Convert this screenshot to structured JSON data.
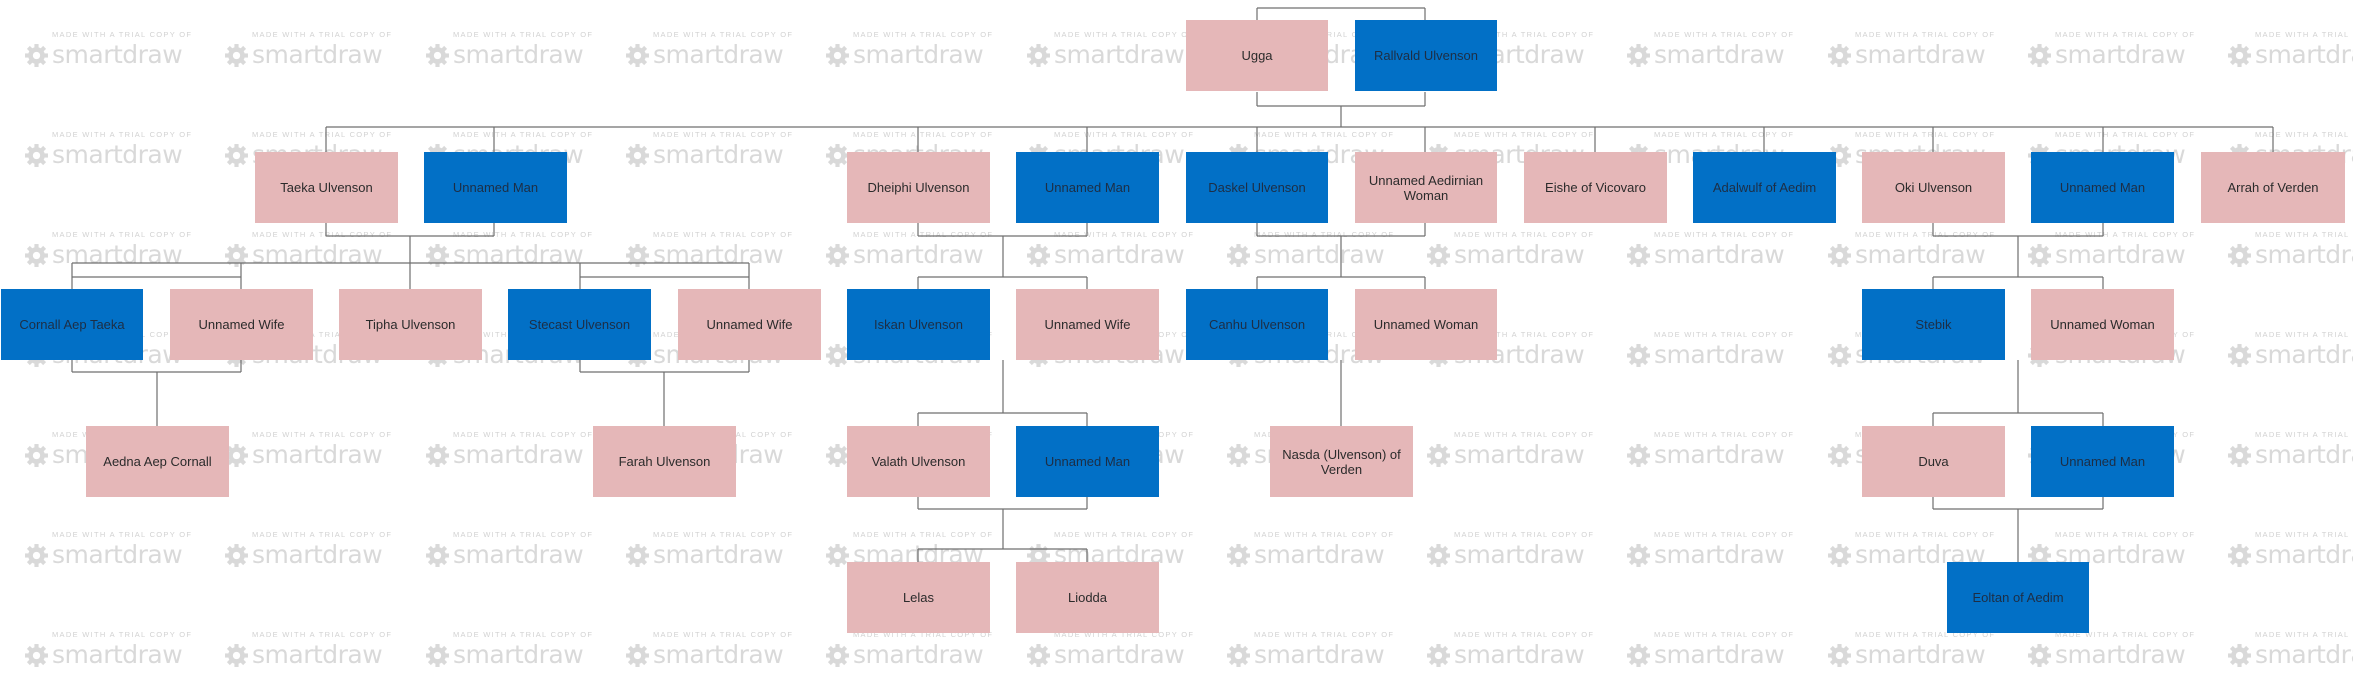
{
  "watermark": {
    "small_text": "MADE WITH A TRIAL COPY OF",
    "logo_text": "smartdraw",
    "icon": "smartdraw-gear-icon"
  },
  "colors": {
    "female": "#e5b7b8",
    "male": "#0270c6",
    "connector": "#6f6f6f",
    "watermark": "#d9d9d9"
  },
  "people": {
    "ugga": "Ugga",
    "rallvald": "Rallvald Ulvenson",
    "taeka": "Taeka Ulvenson",
    "unnamed_man_1": "Unnamed Man",
    "dheiphi": "Dheiphi Ulvenson",
    "unnamed_man_2": "Unnamed Man",
    "daskel": "Daskel Ulvenson",
    "unnamed_aedirnian_woman": "Unnamed Aedirnian Woman",
    "eishe": "Eishe of Vicovaro",
    "adalwulf": "Adalwulf of Aedim",
    "oki": "Oki Ulvenson",
    "unnamed_man_3": "Unnamed Man",
    "arrah": "Arrah of Verden",
    "cornall": "Cornall Aep Taeka",
    "unnamed_wife_1": "Unnamed Wife",
    "tipha": "Tipha Ulvenson",
    "stecast": "Stecast Ulvenson",
    "unnamed_wife_2": "Unnamed Wife",
    "iskan": "Iskan Ulvenson",
    "unnamed_wife_3": "Unnamed Wife",
    "canhu": "Canhu Ulvenson",
    "unnamed_woman_1": "Unnamed Woman",
    "stebik": "Stebik",
    "unnamed_woman_2": "Unnamed Woman",
    "aedna": "Aedna Aep Cornall",
    "farah": "Farah Ulvenson",
    "valath": "Valath Ulvenson",
    "unnamed_man_4": "Unnamed Man",
    "nasda": "Nasda (Ulvenson) of Verden",
    "duva": "Duva",
    "unnamed_man_5": "Unnamed Man",
    "lelas": "Lelas",
    "liodda": "Liodda",
    "eoltan": "Eoltan of Aedim"
  }
}
